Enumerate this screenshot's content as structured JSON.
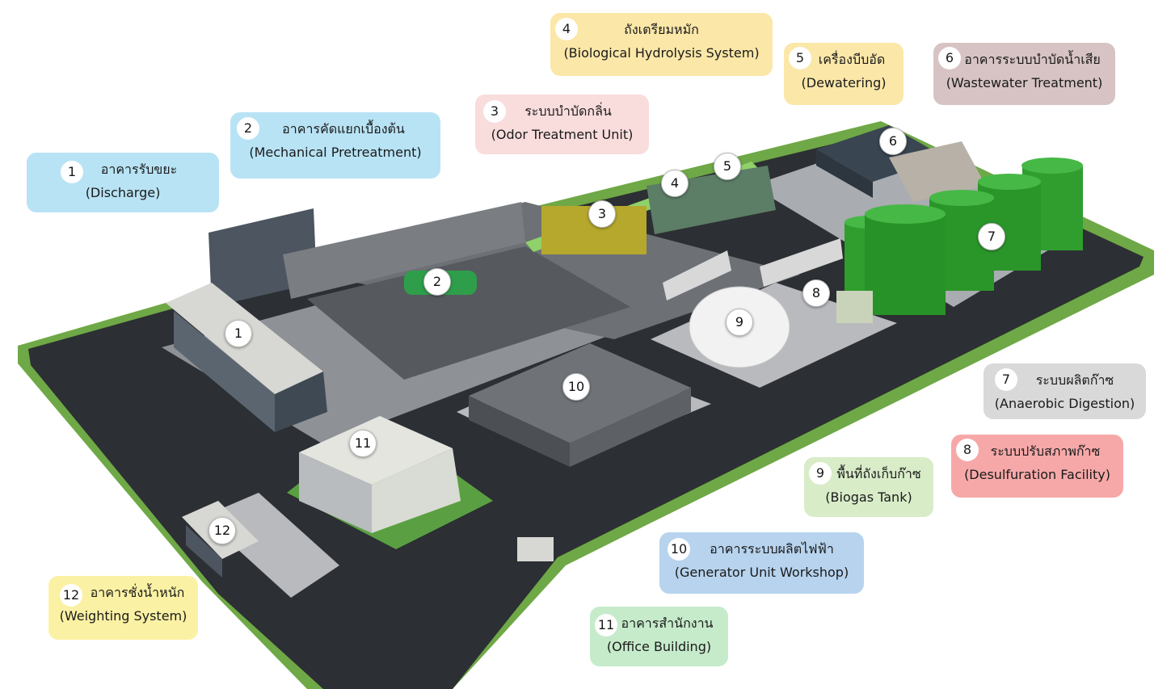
{
  "callouts": [
    {
      "num": "1",
      "th": "อาคารรับขยะ",
      "en": "(Discharge)",
      "color": "#b8e3f5"
    },
    {
      "num": "2",
      "th": "อาคารคัดแยกเบื้องต้น",
      "en": "(Mechanical Pretreatment)",
      "color": "#b8e3f5"
    },
    {
      "num": "3",
      "th": "ระบบบำบัดกลิ่น",
      "en": "(Odor Treatment Unit)",
      "color": "#f9dcdc"
    },
    {
      "num": "4",
      "th": "ถังเตรียมหมัก",
      "en": "(Biological Hydrolysis System)",
      "color": "#fbe7a8"
    },
    {
      "num": "5",
      "th": "เครื่องบีบอัด",
      "en": "(Dewatering)",
      "color": "#fbe7a8"
    },
    {
      "num": "6",
      "th": "อาคารระบบบำบัดน้ำเสีย",
      "en": "(Wastewater Treatment)",
      "color": "#d7c3c3"
    },
    {
      "num": "7",
      "th": "ระบบผลิตก๊าซ",
      "en": "(Anaerobic Digestion)",
      "color": "#d9d9d9"
    },
    {
      "num": "8",
      "th": "ระบบปรับสภาพก๊าซ",
      "en": "(Desulfuration Facility)",
      "color": "#f6a8a8"
    },
    {
      "num": "9",
      "th": "พื้นที่ถังเก็บก๊าซ",
      "en": "(Biogas Tank)",
      "color": "#d8ecc8"
    },
    {
      "num": "10",
      "th": "อาคารระบบผลิตไฟฟ้า",
      "en": "(Generator Unit Workshop)",
      "color": "#b7d3ee"
    },
    {
      "num": "11",
      "th": "อาคารสำนักงาน",
      "en": "(Office Building)",
      "color": "#c6ebcb"
    },
    {
      "num": "12",
      "th": "อาคารชั่งน้ำหนัก",
      "en": "(Weighting System)",
      "color": "#fbf1a4"
    }
  ],
  "markers": [
    "1",
    "2",
    "3",
    "4",
    "5",
    "6",
    "7",
    "8",
    "9",
    "10",
    "11",
    "12"
  ]
}
